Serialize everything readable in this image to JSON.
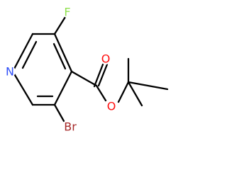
{
  "molecule": {
    "atoms": {
      "N": {
        "symbol": "N",
        "color": "#3050F8"
      },
      "F": {
        "symbol": "F",
        "color": "#90E050"
      },
      "Br": {
        "symbol": "Br",
        "color": "#A62929"
      },
      "O_carbonyl": {
        "symbol": "O",
        "color": "#FF0D0D"
      },
      "O_ester": {
        "symbol": "O",
        "color": "#FF0D0D"
      }
    },
    "bond_color": "#000000"
  }
}
